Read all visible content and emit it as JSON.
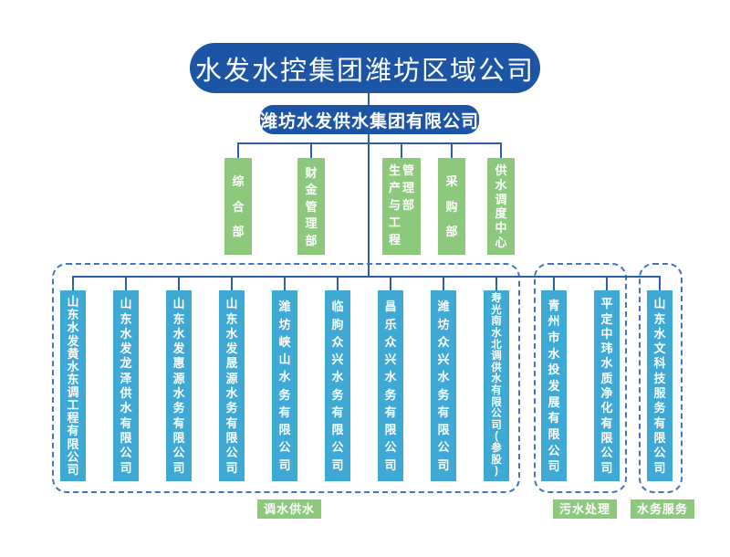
{
  "colors": {
    "primary_blue": "#1d55a6",
    "company_blue": "#3fa9d5",
    "green": "#8dc97d",
    "line_blue": "#2b5fac",
    "dash_blue": "#4273c8",
    "text_white": "#ffffff"
  },
  "org": {
    "root": {
      "name": "水发水控集团潍坊区域公司"
    },
    "group_company": {
      "name": "潍坊水发供水集团有限公司"
    },
    "departments": [
      {
        "name": "综合部"
      },
      {
        "name": "财金管理部"
      },
      {
        "name": "生产与工程管理部",
        "display_columns": [
          "生产与工程",
          "管理部"
        ]
      },
      {
        "name": "采购部"
      },
      {
        "name": "供水调度中心"
      }
    ],
    "business_segments": [
      {
        "label": "调水供水",
        "companies": [
          "山东水发黄水东调工程有限公司",
          "山东水发龙泽供水有限公司",
          "山东水发惠源水务有限公司",
          "山东水发晟源水务有限公司",
          "潍坊峡山水务有限公司",
          "临朐众兴水务有限公司",
          "昌乐众兴水务有限公司",
          "潍坊众兴水务有限公司",
          "寿光南水北调供水有限公司(参股)"
        ]
      },
      {
        "label": "污水处理",
        "companies": [
          "青州市水投发展有限公司",
          "平定中玮水质净化有限公司"
        ]
      },
      {
        "label": "水务服务",
        "companies": [
          "山东水文科技服务有限公司"
        ]
      }
    ]
  }
}
